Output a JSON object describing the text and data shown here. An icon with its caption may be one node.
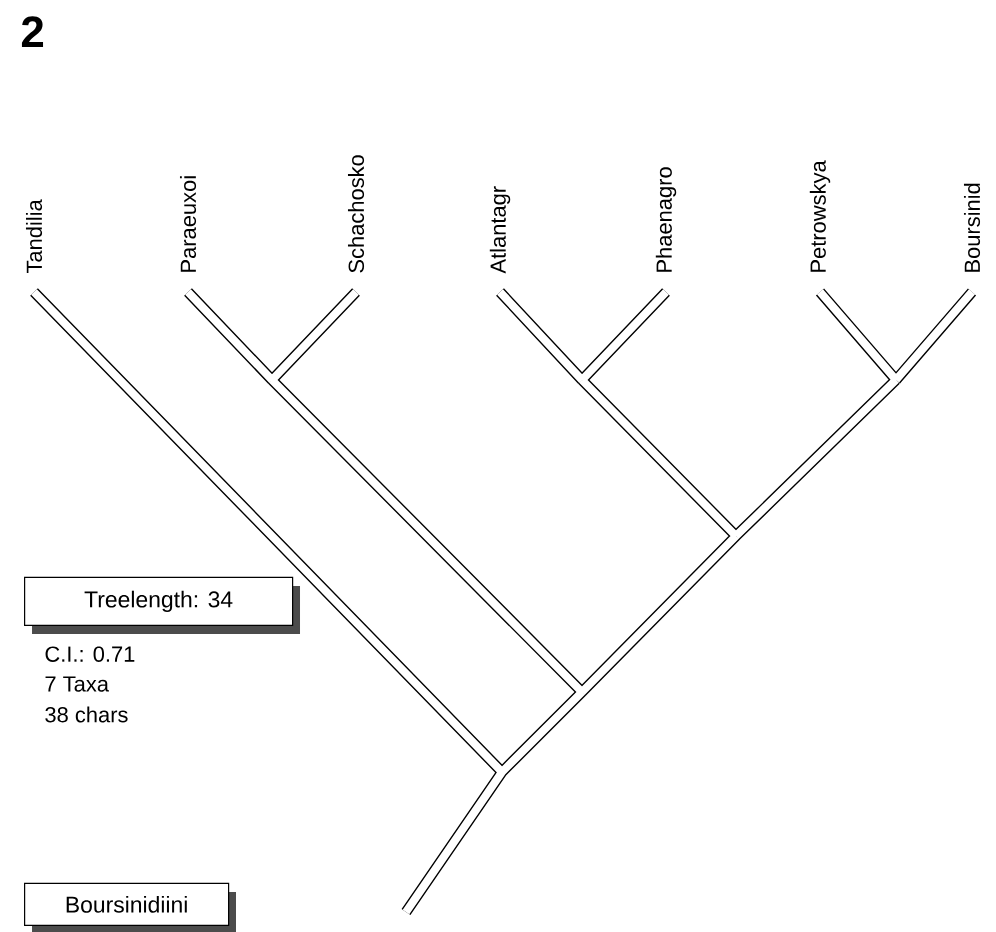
{
  "diagram": {
    "nodes": [
      {
        "text": [
          "Treelength: 34"
        ]
      },
      {
        "text": [
          "Boursinidiini"
        ]
      }
    ],
    "labels": [
      "2",
      "Tandilia",
      "Paraeuxoi",
      "Schachosko",
      "Atlantagr",
      "Phaenagro",
      "Petrowskya",
      "Boursinid",
      "C.I.: 0.71",
      "7 Taxa",
      "38 chars"
    ]
  }
}
